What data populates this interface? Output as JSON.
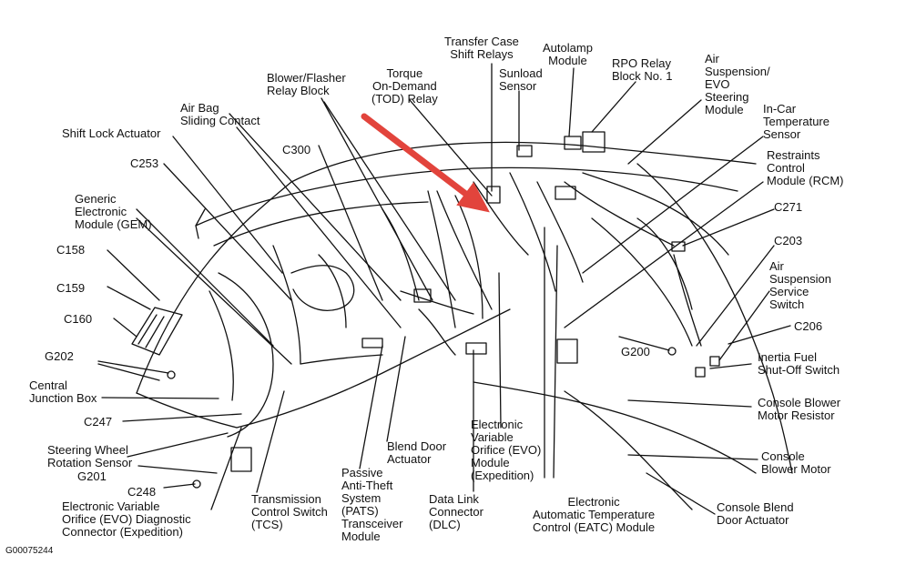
{
  "labels": {
    "transfer_case": "Transfer Case\nShift Relays",
    "autolamp": "Autolamp\nModule",
    "rpo_relay": "RPO Relay\nBlock No. 1",
    "air_susp_evo": "Air\nSuspension/\nEVO\nSteering\nModule",
    "torque_od": "Torque\nOn-Demand\n(TOD) Relay",
    "sunload": "Sunload\nSensor",
    "blower_flasher": "Blower/Flasher\nRelay Block",
    "in_car_temp": "In-Car\nTemperature\nSensor",
    "air_bag": "Air Bag\nSliding Contact",
    "shift_lock": "Shift Lock Actuator",
    "restraints": "Restraints\nControl\nModule (RCM)",
    "c300": "C300",
    "c253": "C253",
    "gem": "Generic\nElectronic\nModule (GEM)",
    "c271": "C271",
    "c158": "C158",
    "c203": "C203",
    "c159": "C159",
    "air_susp_switch": "Air\nSuspension\nService\nSwitch",
    "c160": "C160",
    "c206": "C206",
    "g202": "G202",
    "g200": "G200",
    "inertia": "Inertia Fuel\nShut-Off Switch",
    "cjb": "Central\nJunction Box",
    "console_resistor": "Console Blower\nMotor Resistor",
    "c247": "C247",
    "swrs": "Steering Wheel\nRotation Sensor",
    "blend_door": "Blend Door\nActuator",
    "evo": "Electronic\nVariable\nOrifice (EVO)\nModule\n(Expedition)",
    "console_motor": "Console\nBlower Motor",
    "g201": "G201",
    "pats": "Passive\nAnti-Theft\nSystem\n(PATS)\nTransceiver\nModule",
    "c248": "C248",
    "tcs": "Transmission\nControl Switch\n(TCS)",
    "dlc": "Data Link\nConnector\n(DLC)",
    "console_blend": "Console Blend\nDoor Actuator",
    "evo_diag": "Electronic Variable\nOrifice (EVO) Diagnostic\nConnector (Expedition)",
    "eatc": "Electronic\nAutomatic Temperature\nControl (EATC) Module"
  },
  "figure_id": "G00075244",
  "colors": {
    "line": "#111111",
    "arrow": "#e2443c"
  }
}
